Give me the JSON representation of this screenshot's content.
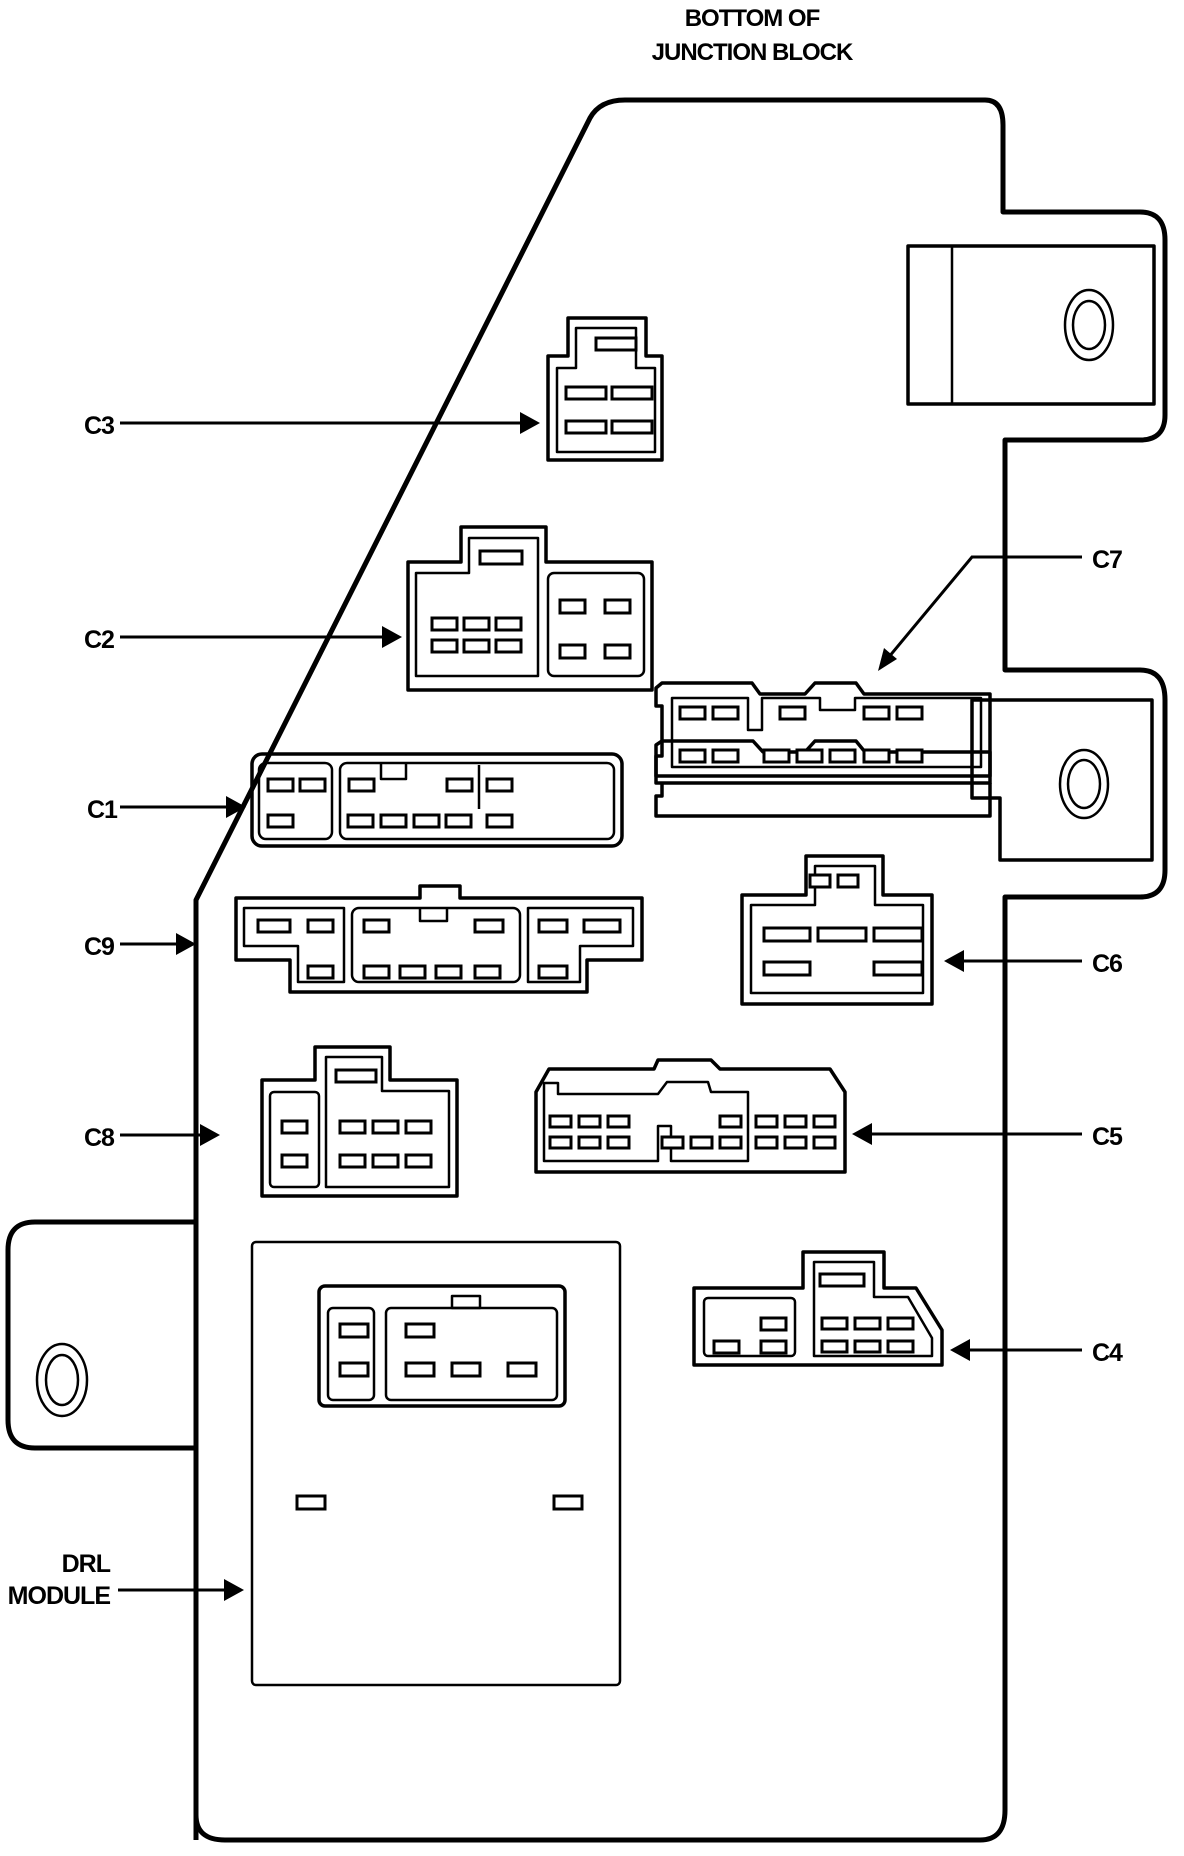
{
  "title": {
    "line1": "BOTTOM OF",
    "line2": "JUNCTION BLOCK"
  },
  "colors": {
    "ink": "#000000",
    "paper": "#ffffff"
  },
  "connectors": [
    {
      "id": "C1",
      "label": "C1",
      "side": "left"
    },
    {
      "id": "C2",
      "label": "C2",
      "side": "left"
    },
    {
      "id": "C3",
      "label": "C3",
      "side": "left"
    },
    {
      "id": "C4",
      "label": "C4",
      "side": "right"
    },
    {
      "id": "C5",
      "label": "C5",
      "side": "right"
    },
    {
      "id": "C6",
      "label": "C6",
      "side": "right"
    },
    {
      "id": "C7",
      "label": "C7",
      "side": "right"
    },
    {
      "id": "C8",
      "label": "C8",
      "side": "left"
    },
    {
      "id": "C9",
      "label": "C9",
      "side": "left"
    }
  ],
  "modules": [
    {
      "id": "DRL",
      "label_line1": "DRL",
      "label_line2": "MODULE",
      "side": "left"
    }
  ],
  "labels": {
    "c1": "C1",
    "c2": "C2",
    "c3": "C3",
    "c4": "C4",
    "c5": "C5",
    "c6": "C6",
    "c7": "C7",
    "c8": "C8",
    "c9": "C9",
    "drl_line1": "DRL",
    "drl_line2": "MODULE"
  },
  "mounting_holes": 3
}
